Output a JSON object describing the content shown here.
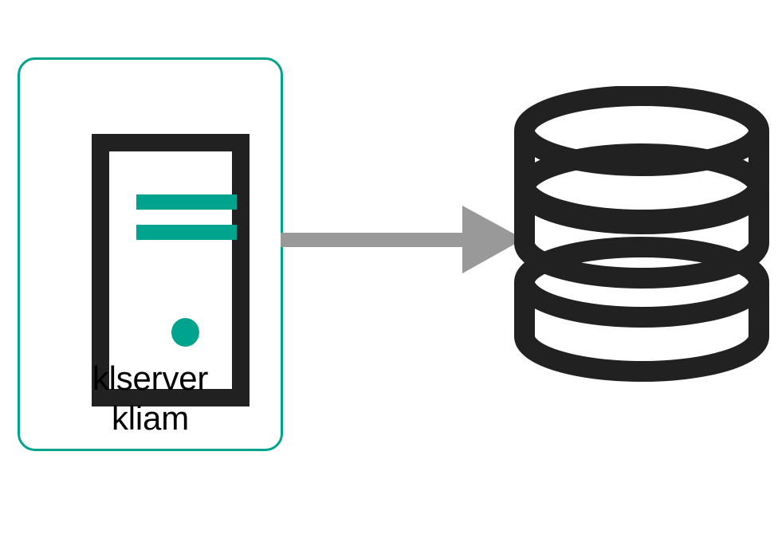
{
  "diagram": {
    "type": "flow-diagram",
    "background_color": "#FFFFFF",
    "title": "",
    "nodes": [
      {
        "id": "server",
        "kind": "server",
        "icon": "server-tower-icon",
        "label_line1": "klserver",
        "label_line2": "kliam",
        "container_border_color": "#00A38D",
        "container_fill_color": "#FFFFFF",
        "icon_frame_color": "#212121",
        "icon_accent_color": "#00A38D"
      },
      {
        "id": "database",
        "kind": "datastore",
        "icon": "database-cylinder-icon",
        "label": "",
        "icon_color": "#212121",
        "disc_count": 3
      }
    ],
    "edges": [
      {
        "id": "server-to-database",
        "from": "server",
        "to": "database",
        "label": "",
        "color": "#999999",
        "style": "solid",
        "arrowhead": "filled-triangle",
        "direction": "right"
      }
    ]
  }
}
